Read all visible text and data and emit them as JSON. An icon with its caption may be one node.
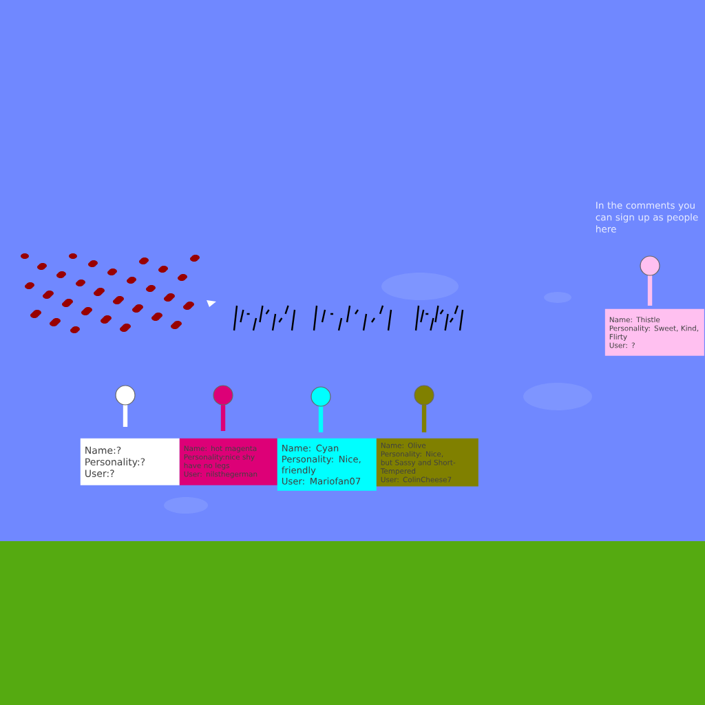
{
  "diagram": {
    "nodes": [
      {
        "text": [
          "Name:?",
          "Personality:?",
          "User:?"
        ]
      },
      {
        "text": [
          "Name: hot magenta",
          "Personality:nice shy have no legs",
          "User: nilsthegerman"
        ]
      },
      {
        "text": [
          "Name: Cyan",
          "Personality: Nice, friendly",
          "User: Mariofan07"
        ]
      },
      {
        "text": [
          "Name: Olive",
          "Personality: Nice, but Sassy and Short-Tempered",
          "User: ColinCheese7"
        ]
      },
      {
        "text": [
          "Name: Thistle",
          "Personality: Sweet, Kind, Flirty",
          "User: ?"
        ]
      }
    ],
    "labels": [
      "In the comments you can sign up as people here"
    ]
  }
}
